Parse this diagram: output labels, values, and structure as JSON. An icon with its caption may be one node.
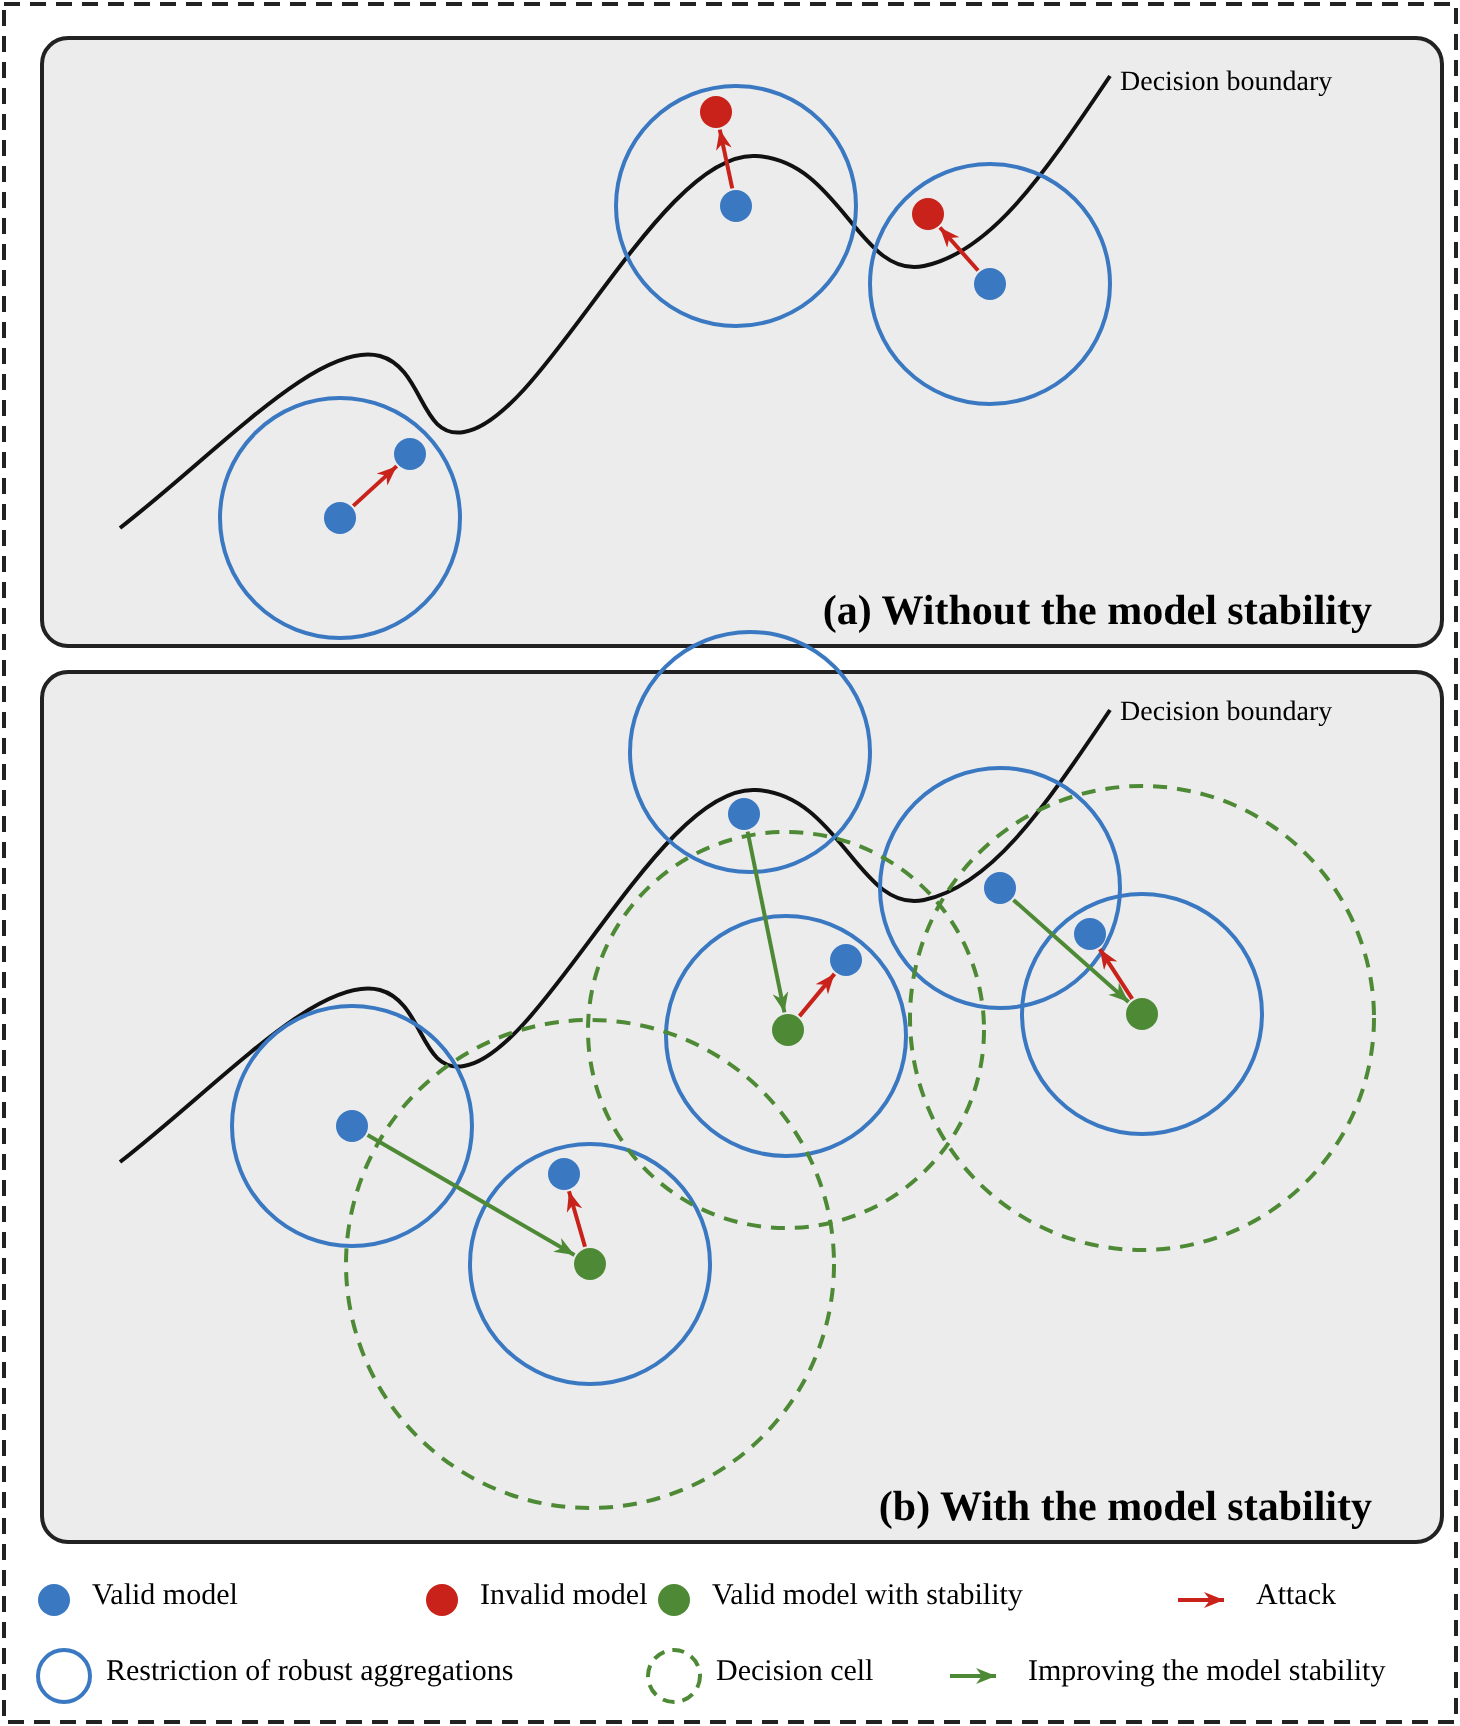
{
  "diagram": {
    "nodes": [
      {
        "text": [
          "(a) Without the model stability"
        ]
      },
      {
        "text": [],
        "shape": "circle",
        "in": 0
      },
      {
        "text": [],
        "shape": "circle",
        "in": 0
      },
      {
        "text": [],
        "shape": "circle",
        "in": 0
      },
      {
        "text": [],
        "shape": "circle",
        "in": 0
      },
      {
        "text": [],
        "shape": "circle",
        "in": 0
      },
      {
        "text": [],
        "shape": "circle",
        "in": 0
      },
      {
        "text": [
          "(b) With the model stability"
        ]
      },
      {
        "text": [],
        "shape": "circle",
        "in": 7
      },
      {
        "text": [],
        "shape": "circle",
        "in": 7
      },
      {
        "text": [],
        "shape": "circle",
        "in": 7
      },
      {
        "text": [],
        "shape": "circle",
        "in": 7
      },
      {
        "text": [],
        "shape": "circle",
        "in": 7
      },
      {
        "text": [],
        "shape": "circle",
        "in": 7
      },
      {
        "text": [],
        "shape": "circle",
        "in": 7
      },
      {
        "text": [],
        "shape": "circle",
        "in": 7
      },
      {
        "text": [],
        "shape": "circle",
        "in": 7
      }
    ],
    "edges": [
      {
        "from": 2,
        "to": 1,
        "arrow": "to"
      },
      {
        "from": 4,
        "to": 3,
        "arrow": "to"
      },
      {
        "from": 6,
        "to": 5,
        "arrow": "to"
      },
      {
        "from": 8,
        "to": 12,
        "arrow": "to",
        "color": "#4e8a35"
      },
      {
        "from": 9,
        "to": 13,
        "arrow": "to",
        "color": "#4e8a35"
      },
      {
        "from": 14,
        "to": 16,
        "arrow": "to",
        "color": "#4e8a35"
      },
      {
        "from": 12,
        "to": 11,
        "arrow": "to"
      },
      {
        "from": 13,
        "to": 10,
        "arrow": "to"
      },
      {
        "from": 16,
        "to": 15,
        "arrow": "to"
      }
    ],
    "labels": [
      "Decision boundary",
      "Decision boundary"
    ],
    "legend": [
      {
        "text": "Valid model",
        "color": "#3a78c2"
      },
      {
        "text": "Invalid model",
        "color": "#c8221a"
      },
      {
        "text": "Valid model with stability",
        "color": "#4e8a35"
      },
      {
        "text": "Attack"
      },
      {
        "text": "Restriction of robust aggregations"
      },
      {
        "text": "Decision cell"
      },
      {
        "text": "Improving the model stability"
      }
    ]
  }
}
